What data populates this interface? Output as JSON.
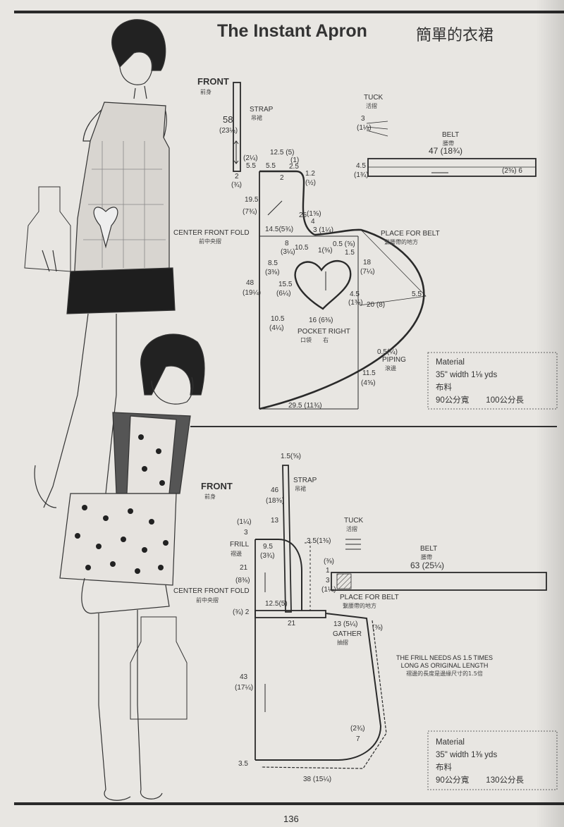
{
  "header": {
    "title": "The Instant Apron",
    "title_cn": "簡單的衣裙"
  },
  "top_pattern": {
    "front": "FRONT",
    "front_cn": "前身",
    "strap": "STRAP",
    "strap_cn": "吊裙",
    "strap_len": "58",
    "strap_len_in": "(23¼)",
    "strap_w": "2",
    "strap_w_in": "(¾)",
    "m_214": "(2¼)",
    "m_55a": "5.5",
    "m_55b": "5.5",
    "m_125": "12.5 (5)",
    "m_1": "(1)",
    "m_25": "2.5",
    "m_2": "2",
    "m_12": "1.2",
    "m_12in": "(½)",
    "m_195": "19.5",
    "m_195in": "(7¾)",
    "m_25b": "25",
    "m_158": "(1⅝)",
    "m_4": "4",
    "center_fold": "CENTER FRONT FOLD",
    "center_fold_cn": "前中央摺",
    "m_145": "14.5(5¾)",
    "m_3": "3 (1¼)",
    "m_8": "8",
    "m_8in": "(3¼)",
    "m_105a": "10.5",
    "m_138": "1(⅜)",
    "m_058": "0.5 (⅝)",
    "m_15": "1.5",
    "m_85": "8.5",
    "m_85in": "(3⅜)",
    "m_155": "15.5",
    "m_155in": "(6¼)",
    "m_48": "48",
    "m_48in": "(19¼)",
    "m_18": "18",
    "m_18in": "(7¼)",
    "m_45": "4.5",
    "m_45in": "(1⅜)",
    "m_20": "20 (8)",
    "m_55c": "5.5",
    "m_105b": "10.5",
    "m_105bin": "(4¼)",
    "m_16": "16 (6⅜)",
    "pocket": "POCKET RIGHT",
    "pocket_cn": "口袋　　右",
    "place_belt": "PLACE FOR BELT",
    "place_belt_cn": "繫腰帶的地方",
    "piping_m": "0.5(¼)",
    "piping": "PIPING",
    "piping_cn": "滾邊",
    "m_115": "11.5",
    "m_115in": "(4⅝)",
    "m_295": "29.5 (11¾)",
    "tuck": "TUCK",
    "tuck_cn": "活摺",
    "tuck_m": "3",
    "tuck_in": "(1¼)",
    "belt": "BELT",
    "belt_cn": "腰帶",
    "belt_len": "47 (18¾)",
    "belt_w": "4.5",
    "belt_w_in": "(1¾)",
    "belt_end": "(2⅜) 6"
  },
  "top_material": {
    "title": "Material",
    "width_en": "35\" width  1⅛ yds",
    "label_cn": "布料",
    "width_cn": "90公分寬",
    "length_cn": "100公分長"
  },
  "bottom_pattern": {
    "front": "FRONT",
    "front_cn": "前身",
    "strap_w": "1.5(⅝)",
    "strap": "STRAP",
    "strap_cn": "吊裙",
    "strap_len": "46",
    "strap_len_in": "(18⅜)",
    "m_114": "(1¼)",
    "m_3": "3",
    "m_13": "13",
    "m_35": "3.5(1⅜)",
    "frill": "FRILL",
    "frill_cn": "褶邊",
    "m_95": "9.5",
    "m_95in": "(3¾)",
    "m_21": "21",
    "m_21in": "(8⅜)",
    "center_fold": "CENTER FRONT FOLD",
    "center_fold_cn": "前中央摺",
    "m_125": "12.5(5)",
    "m_342": "(¾) 2",
    "m_21b": "21",
    "place_belt": "PLACE FOR BELT",
    "place_belt_cn": "繫腰帶的地方",
    "m_13b": "13 (5¼)",
    "gather": "GATHER",
    "gather_cn": "抽摺",
    "m_38in": "(⅜)",
    "m_43": "43",
    "m_43in": "(17¼)",
    "m_234": "(2¾)",
    "m_7": "7",
    "m_35b": "3.5",
    "m_38": "38 (15¼)",
    "tuck": "TUCK",
    "tuck_cn": "活摺",
    "belt": "BELT",
    "belt_cn": "腰帶",
    "belt_len": "63 (25¼)",
    "belt_m1": "(⅜)",
    "belt_1": "1",
    "belt_3": "3",
    "belt_3in": "(1¼)",
    "note": [
      "THE FRILL NEEDS AS 1.5 TIMES",
      "LONG AS ORIGINAL LENGTH",
      "褶邊的長度是邊緣尺寸的1.5倍"
    ]
  },
  "bottom_material": {
    "title": "Material",
    "width_en": "35\" width  1⅜ yds",
    "label_cn": "布料",
    "width_cn": "90公分寬",
    "length_cn": "130公分長"
  },
  "footer": {
    "page_number": "136"
  }
}
